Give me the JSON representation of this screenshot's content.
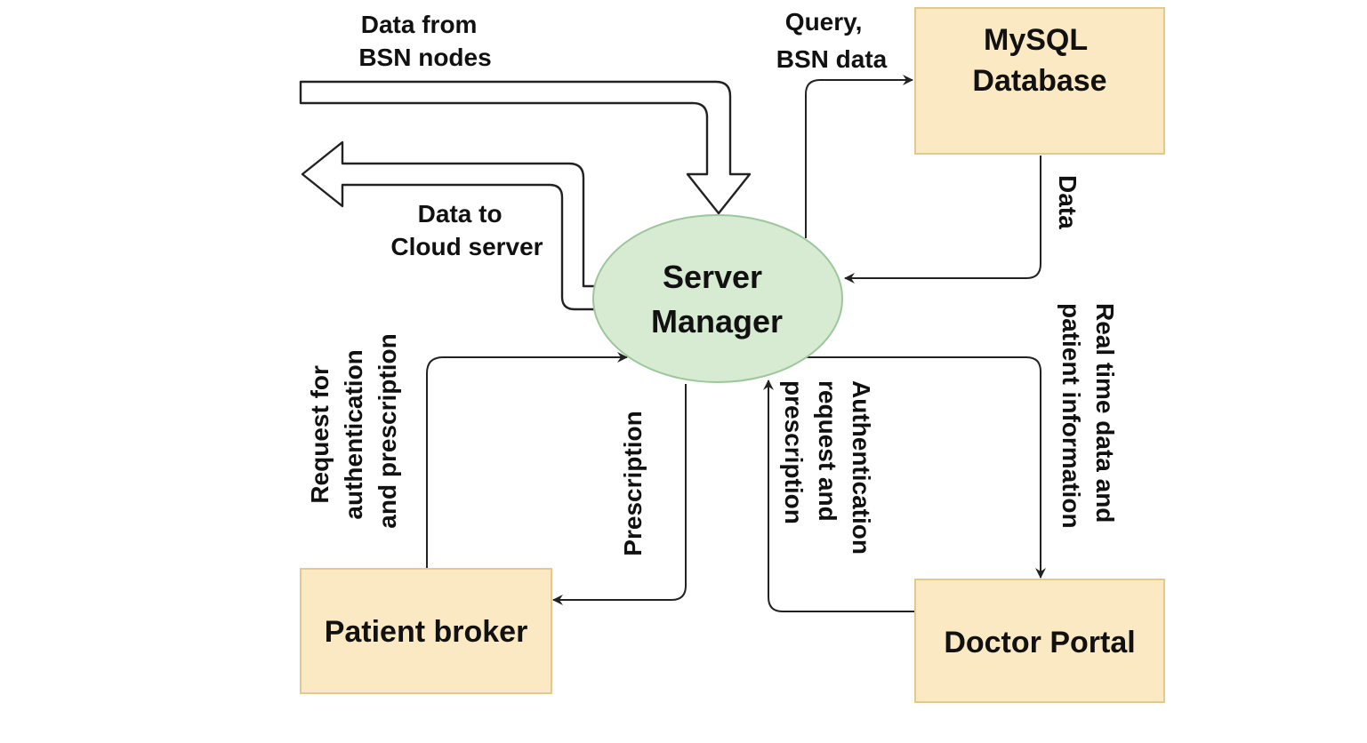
{
  "nodes": {
    "mysql": {
      "lines": [
        "MySQL",
        "Database"
      ],
      "fill": "#fbe9c3"
    },
    "server": {
      "lines": [
        "Server",
        "Manager"
      ],
      "fill": "#d7ead2"
    },
    "patient": {
      "lines": [
        "Patient broker"
      ],
      "fill": "#fbe9c3"
    },
    "doctor": {
      "lines": [
        "Doctor Portal"
      ],
      "fill": "#fbe9c3"
    }
  },
  "edges": {
    "from_bsn": [
      "Data from",
      "BSN nodes"
    ],
    "to_cloud": [
      "Data to",
      "Cloud server"
    ],
    "query": [
      "Query,",
      "BSN data"
    ],
    "db_data": [
      "Data"
    ],
    "patient_request": [
      "Request for",
      "authentication",
      "and prescription"
    ],
    "prescription": [
      "Prescription"
    ],
    "doctor_auth": [
      "Authentication",
      "request and",
      "prescription"
    ],
    "realtime": [
      "Real time data and",
      "patient information"
    ]
  }
}
